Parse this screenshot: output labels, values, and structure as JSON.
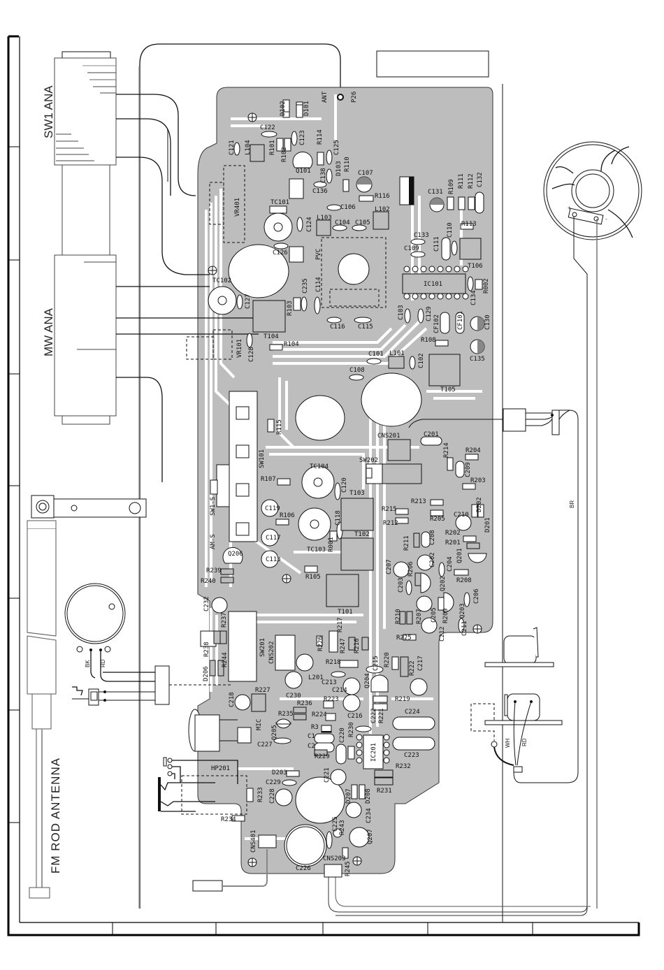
{
  "diagram": {
    "type": "pcb-layout",
    "left_external_labels": {
      "sw1_antenna": "SW1 ANA",
      "mw_antenna": "MW ANA",
      "fm_rod_antenna": "FM ROD ANTENNA"
    },
    "wire_colors": {
      "speaker_black": "BK",
      "speaker_red": "RD",
      "motor_white": "WH",
      "motor_red": "RD",
      "lamp_brown": "BR"
    },
    "switch_labels": {
      "sw1_s": "SW1-S",
      "am_s": "AM-S"
    },
    "test_points": {
      "antenna": "ANT",
      "p26": "P26",
      "pvc": "PVC",
      "mic": "MIC"
    },
    "components": {
      "d102": "D102",
      "d101": "D101",
      "c122": "C122",
      "c123": "C123",
      "c121": "C121",
      "l104": "L104",
      "r101": "R101",
      "r102": "R102",
      "q101": "Q101",
      "r114": "R114",
      "c125": "C125",
      "c138": "C138",
      "c136": "C136",
      "d103": "D103",
      "r110": "R110",
      "c107": "C107",
      "r116": "R116",
      "c106": "C106",
      "l102": "L102",
      "l103": "L103",
      "c104": "C104",
      "c105": "C105",
      "c124": "C124",
      "tc101": "TC101",
      "vr401": "VR401",
      "c126": "C126",
      "c131": "C131",
      "r109": "R109",
      "r111": "R111",
      "r112": "R112",
      "c132": "C132",
      "r113": "R113",
      "c133": "C133",
      "c109": "C109",
      "c111": "C111",
      "c110": "C110",
      "t106": "T106",
      "ic101": "IC101",
      "r002": "R002",
      "c134": "C134",
      "c103": "C103",
      "c129": "C129",
      "cf102": "CF102",
      "cf101": "CF101",
      "c130": "C130",
      "r108": "R108",
      "c135": "C135",
      "c102": "C102",
      "t105": "T105",
      "l101": "L101",
      "c101": "C101",
      "c108": "C108",
      "tc102": "TC102",
      "c127": "C127",
      "t104": "T104",
      "r103": "R103",
      "c235": "C235",
      "c114": "C114",
      "c116": "C116",
      "c115": "C115",
      "vr101": "VR101",
      "c128": "C128",
      "r104": "R104",
      "r115": "R115",
      "sw101": "SW101",
      "tc104": "TC104",
      "c120": "C120",
      "r107": "R107",
      "t103": "T103",
      "c119": "C119",
      "r106": "R106",
      "c118": "C118",
      "t102": "T102",
      "c117": "C117",
      "tc103": "TC103",
      "r001": "R001",
      "c113": "C113",
      "r105": "R105",
      "t101": "T101",
      "q206": "Q206",
      "r239": "R239",
      "r240": "R240",
      "c232": "C232",
      "r237": "R237",
      "r238": "R238",
      "r244": "R244",
      "d206": "D206",
      "c218": "C218",
      "cns201": "CNS201",
      "c201": "C201",
      "sw202": "SW202",
      "r214": "R214",
      "c209": "C209",
      "r204": "R204",
      "r203": "R203",
      "r213": "R213",
      "r215": "R215",
      "r205": "R205",
      "r212": "R212",
      "c210": "C210",
      "q202": "Q202",
      "d201": "D201",
      "d202": "D202",
      "r202": "R202",
      "r201": "R201",
      "r211": "R211",
      "c208": "C208",
      "c202": "C202",
      "q201": "Q201",
      "c207": "C207",
      "r206": "R206",
      "c204": "C204",
      "r208": "R208",
      "c203": "C203",
      "c206": "C206",
      "c205": "C205",
      "r209": "R209",
      "q203": "Q203",
      "r210": "R210",
      "r207": "R207",
      "c212": "C212",
      "c211": "C211",
      "r225": "R225",
      "sw201": "SW201",
      "cns202": "CNS202",
      "r226": "R226",
      "r217": "R217",
      "r247": "R247",
      "r216": "R216",
      "r218": "R218",
      "c215": "C215",
      "r220": "R220",
      "r222": "R222",
      "c217": "C217",
      "l201": "L201",
      "c230": "C230",
      "c213": "C213",
      "c214": "C214",
      "q204": "Q204",
      "r227": "R227",
      "r219": "R219",
      "r236": "R236",
      "r223": "R223",
      "c216": "C216",
      "r221": "R221",
      "r235": "R235",
      "r224": "R224",
      "c222": "C222",
      "c224": "C224",
      "q205": "Q205",
      "r3": "R3",
      "c1": "C1",
      "c2": "C2",
      "c227": "C227",
      "c220": "C220",
      "r230": "R230",
      "ic201": "IC201",
      "c223": "C223",
      "r229": "R229",
      "c221": "C221",
      "r232": "R232",
      "r231": "R231",
      "hp201": "HP201",
      "d203": "D203",
      "c229": "C229",
      "c228": "C228",
      "d207": "D207",
      "d208": "D208",
      "r233": "R233",
      "r234": "R234",
      "c234": "C234",
      "cns401": "CNS401",
      "c225": "C225",
      "r243": "R243",
      "q207": "Q207",
      "c226": "C226",
      "cns203": "CNS203",
      "r245": "R245"
    },
    "colors": {
      "copper": "#bdbdbd",
      "ink": "#111111",
      "background": "#ffffff"
    }
  }
}
